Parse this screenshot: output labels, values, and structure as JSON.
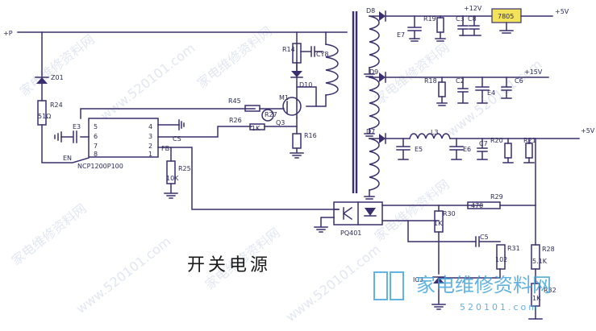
{
  "title": "开关电源",
  "ic": {
    "part": "NCP1200P100",
    "pins": [
      "5",
      "6",
      "7",
      "8",
      "4",
      "3",
      "2",
      "1"
    ],
    "cs": "CS",
    "fb": "FB",
    "en": "EN"
  },
  "rails": {
    "in": "+P",
    "v12": "+12V",
    "v5a": "+5V",
    "v15": "+15V",
    "v5b": "+5V"
  },
  "regulator": "7805",
  "optocoupler": "PQ401",
  "parts": {
    "z01": "Z01",
    "r24": "R24",
    "r24v": "51Ω",
    "e3": "E3",
    "r25": "R25",
    "r25v": "10K",
    "r45": "R45",
    "r26": "R26",
    "r26v": "1K",
    "r27": "R27",
    "q3": "Q3",
    "m1": "M1",
    "r14": "R14",
    "cy8": "CY8",
    "d10": "D10",
    "r16": "R16",
    "d8": "D8",
    "r19": "R19",
    "c3": "C3",
    "c8": "C8",
    "e7": "E7",
    "d9": "D9",
    "r18": "R18",
    "c2": "C2",
    "c6": "C6",
    "e4": "E4",
    "d7": "D7",
    "l3": "L3",
    "e5": "E5",
    "e6": "E6",
    "c7": "C7",
    "r20": "R20",
    "r21": "R21",
    "r29": "R29",
    "r29v": "470",
    "r30": "R30",
    "r30v": "1K",
    "c5": "C5",
    "r31": "R31",
    "r31v": "102",
    "r28": "R28",
    "r28v": "5.1K",
    "r32": "R32",
    "r32v": "1K",
    "ic3": "IC3"
  },
  "watermark": {
    "text": "家电维修资料网",
    "url": "www.520101.com",
    "logo": "家电维修资料网",
    "logo_url": "520101.com"
  }
}
